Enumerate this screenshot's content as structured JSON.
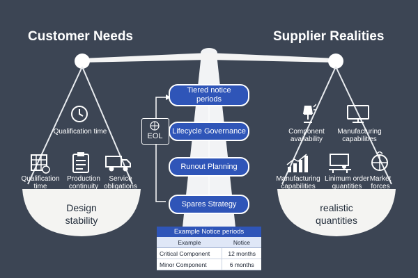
{
  "titles": {
    "left": "Customer Needs",
    "right": "Supplier Realities"
  },
  "left_pan": {
    "hanging_label": "Qualification time",
    "items": [
      {
        "icon": "building-icon",
        "label": "Qualification\ntime"
      },
      {
        "icon": "clipboard-icon",
        "label": "Production\ncontinuity"
      },
      {
        "icon": "truck-icon",
        "label": "Service\nobligations"
      }
    ],
    "pan_text": "Design\nstability"
  },
  "right_pan": {
    "top_items": [
      {
        "icon": "lamp-icon",
        "label": "Component\navailability"
      },
      {
        "icon": "monitor-icon",
        "label": "Manufacturing\ncapabilities"
      }
    ],
    "items": [
      {
        "icon": "bar-chart-icon",
        "label": "Manufacturing\ncapabilities"
      },
      {
        "icon": "desk-icon",
        "label": "Linimum order\nquantities"
      },
      {
        "icon": "globe-icon",
        "label": "Market\nforces"
      }
    ],
    "pan_text": "realistic\nquantities"
  },
  "center": {
    "eol_label": "EOL",
    "steps": [
      "Tiered notice\nperiods",
      "Lifecycle Governance",
      "Runout Planning",
      "Spares Strategy"
    ]
  },
  "notice_table": {
    "title": "Example Notice periods",
    "headers": [
      "Example",
      "Notice"
    ],
    "rows": [
      {
        "example": "Critical Component",
        "notice": "12 months"
      },
      {
        "example": "Minor Component",
        "notice": "6 months"
      }
    ]
  },
  "colors": {
    "background": "#3c4554",
    "accent": "#2f55b8",
    "pan": "#f4f4f2"
  }
}
